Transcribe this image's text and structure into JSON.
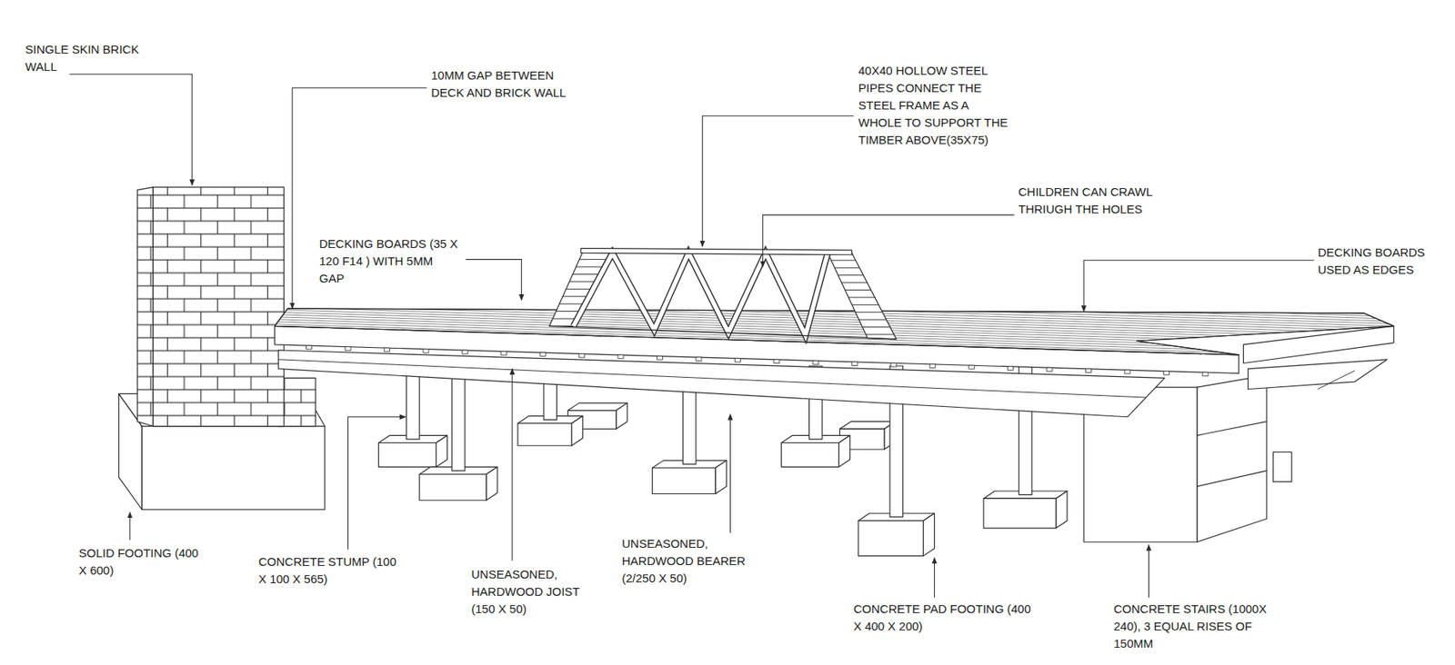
{
  "diagram": {
    "labels": [
      "SINGLE SKIN BRICK WALL",
      "10MM GAP BETWEEN DECK AND BRICK WALL",
      "40X40 HOLLOW STEEL PIPES CONNECT THE STEEL FRAME AS A WHOLE TO SUPPORT THE TIMBER ABOVE(35X75)",
      "CHILDREN CAN CRAWL THRIUGH THE HOLES",
      "DECKING BOARDS (35 X 120 F14 ) WITH 5MM GAP",
      "DECKING BOARDS USED AS EDGES",
      "SOLID FOOTING (400 X 600)",
      "CONCRETE STUMP (100 X 100 X 565)",
      "UNSEASONED, HARDWOOD JOIST (150 X 50)",
      "UNSEASONED, HARDWOOD BEARER (2/250 X 50)",
      "CONCRETE PAD FOOTING (400 X 400 X 200)",
      "CONCRETE STAIRS (1000X 240), 3 EQUAL RISES OF 150MM"
    ]
  }
}
